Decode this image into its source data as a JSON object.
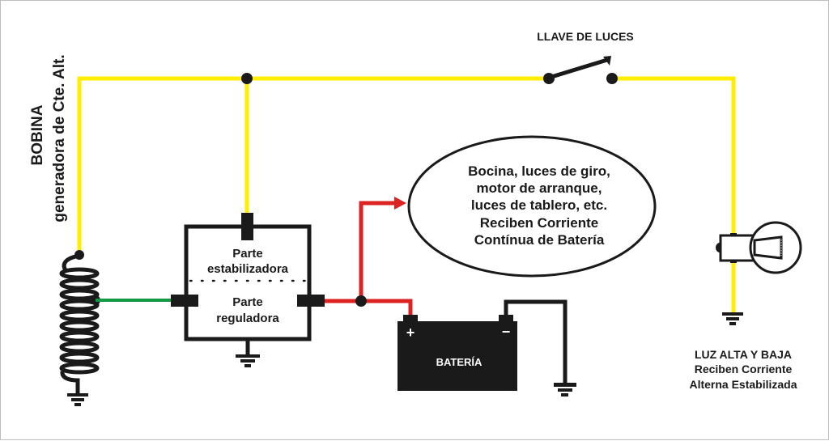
{
  "colors": {
    "ac_wire": "#ffee00",
    "dc_wire": "#dd2222",
    "coil_wire": "#119944",
    "ground_wire": "#1a1a1a",
    "component": "#1a1a1a",
    "background": "#ffffff"
  },
  "coil": {
    "label_line1": "BOBINA",
    "label_line2": "generadora de Cte. Alt."
  },
  "switch": {
    "label": "LLAVE DE LUCES"
  },
  "regulator": {
    "upper_line1": "Parte",
    "upper_line2": "estabilizadora",
    "lower_line1": "Parte",
    "lower_line2": "reguladora"
  },
  "consumers": {
    "lines": [
      "Bocina, luces de giro,",
      "motor de arranque,",
      "luces de tablero, etc.",
      "Reciben Corriente",
      "Contínua de Batería"
    ]
  },
  "battery": {
    "label": "BATERÍA",
    "positive": "+",
    "negative": "−"
  },
  "lamp": {
    "lines": [
      "LUZ ALTA Y BAJA",
      "Reciben Corriente",
      "Alterna Estabilizada"
    ]
  }
}
